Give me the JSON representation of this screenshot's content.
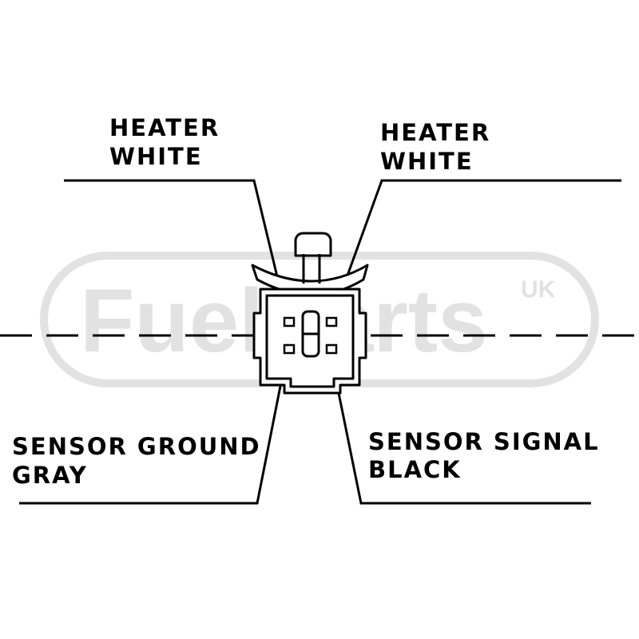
{
  "watermark": {
    "brand": "FuelParts",
    "suffix": "UK",
    "color": "#e2e2e2"
  },
  "labels": {
    "top_left": {
      "line1": "HEATER",
      "line2": "WHITE"
    },
    "top_right": {
      "line1": "HEATER",
      "line2": "WHITE"
    },
    "bottom_left": {
      "line1": "SENSOR GROUND",
      "line2": "GRAY"
    },
    "bottom_right": {
      "line1": "SENSOR SIGNAL",
      "line2": "BLACK"
    }
  },
  "colors": {
    "line": "#000000",
    "background": "#ffffff"
  }
}
